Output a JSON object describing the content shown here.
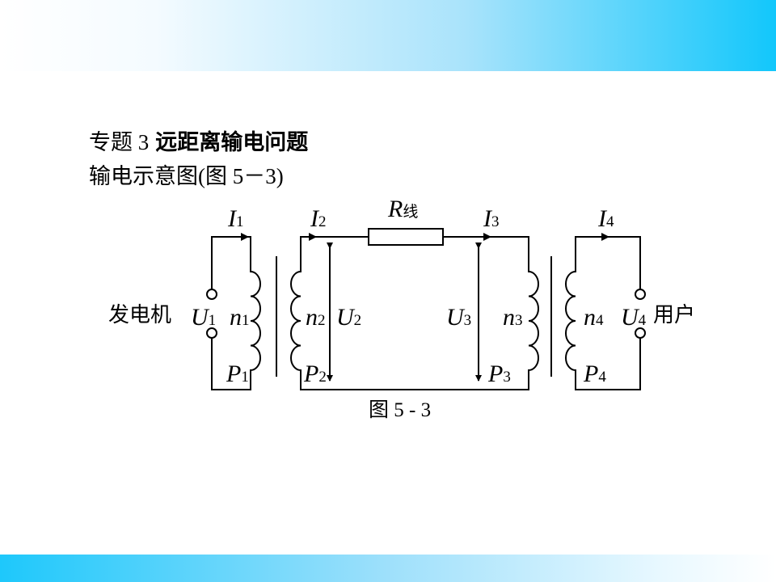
{
  "heading": {
    "number": "专题 3",
    "topic": "远距离输电问题"
  },
  "subheading": "输电示意图(图 5－3)",
  "diagram": {
    "generator_label": "发电机",
    "user_label": "用户",
    "resistor": {
      "symbol": "R",
      "subscript": "线"
    },
    "currents": [
      {
        "symbol": "I",
        "subscript": "1"
      },
      {
        "symbol": "I",
        "subscript": "2"
      },
      {
        "symbol": "I",
        "subscript": "3"
      },
      {
        "symbol": "I",
        "subscript": "4"
      }
    ],
    "voltages": [
      {
        "symbol": "U",
        "subscript": "1"
      },
      {
        "symbol": "U",
        "subscript": "2"
      },
      {
        "symbol": "U",
        "subscript": "3"
      },
      {
        "symbol": "U",
        "subscript": "4"
      }
    ],
    "turns": [
      {
        "symbol": "n",
        "subscript": "1"
      },
      {
        "symbol": "n",
        "subscript": "2"
      },
      {
        "symbol": "n",
        "subscript": "3"
      },
      {
        "symbol": "n",
        "subscript": "4"
      }
    ],
    "powers": [
      {
        "symbol": "P",
        "subscript": "1"
      },
      {
        "symbol": "P",
        "subscript": "2"
      },
      {
        "symbol": "P",
        "subscript": "3"
      },
      {
        "symbol": "P",
        "subscript": "4"
      }
    ],
    "caption": "图 5 - 3"
  }
}
